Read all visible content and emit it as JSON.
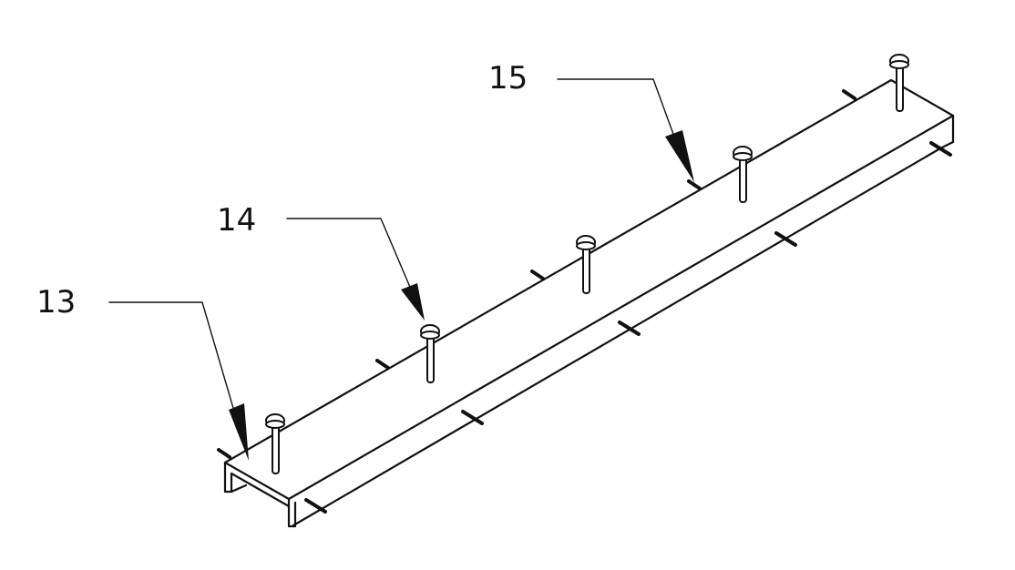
{
  "labels": {
    "ref_13": "13",
    "ref_14": "14",
    "ref_15": "15"
  },
  "colors": {
    "ink": "#111111",
    "background": "#ffffff"
  }
}
